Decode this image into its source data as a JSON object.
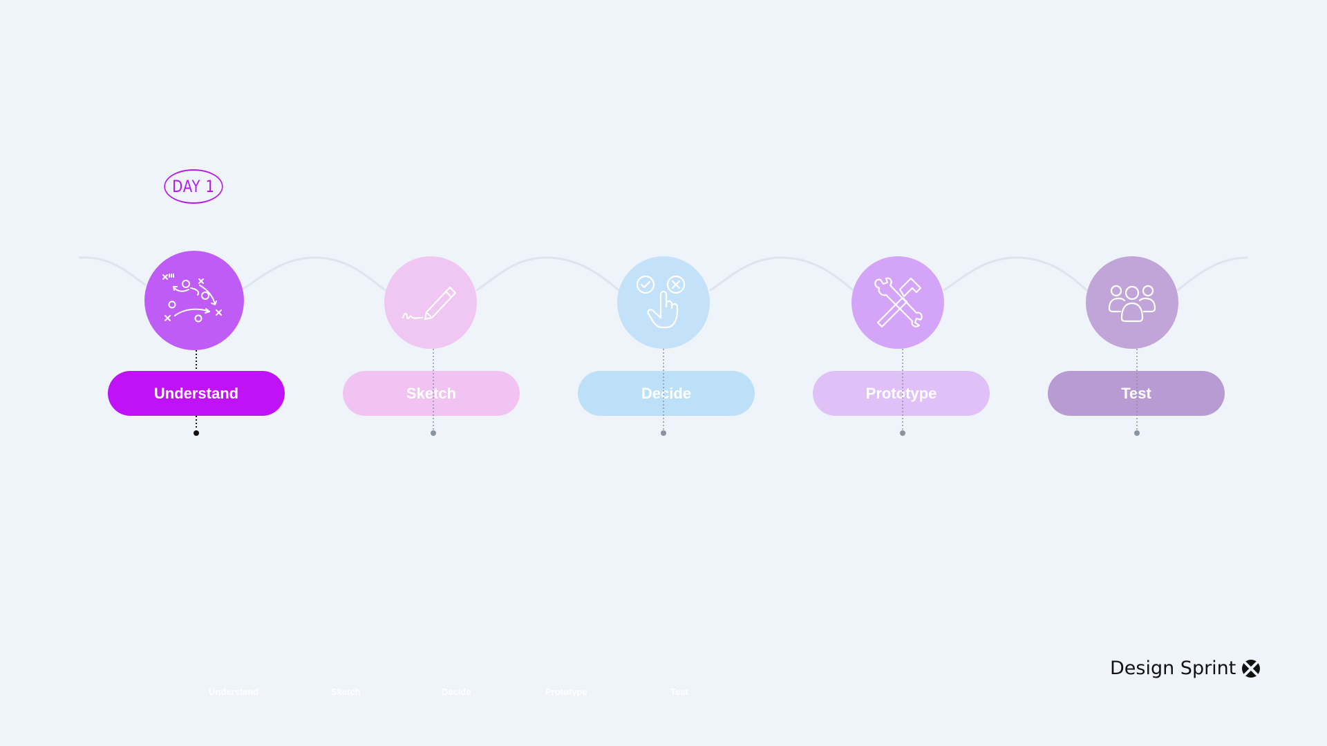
{
  "day_badge": "DAY 1",
  "steps": [
    {
      "label": "Understand",
      "icon": "strategy-play-icon",
      "circle_color": "#bf5cf6",
      "pill_color": "#c012f7",
      "active": true
    },
    {
      "label": "Sketch",
      "icon": "pencil-icon",
      "circle_color": "#f0c6f3",
      "pill_color": "#f1c3f3",
      "active": false
    },
    {
      "label": "Decide",
      "icon": "vote-hand-icon",
      "circle_color": "#c4e1fa",
      "pill_color": "#bde0f9",
      "active": false
    },
    {
      "label": "Prototype",
      "icon": "tools-icon",
      "circle_color": "#d3a4f7",
      "pill_color": "#dfc1f8",
      "active": false
    },
    {
      "label": "Test",
      "icon": "users-icon",
      "circle_color": "#c1a5d8",
      "pill_color": "#b89bd3",
      "active": false
    }
  ],
  "brand": {
    "name": "Design Sprint",
    "logo_icon": "x-circle-logo-icon"
  },
  "footer_nav": [
    "Understand",
    "Sketch",
    "Decide",
    "Prototype",
    "Test"
  ],
  "colors": {
    "background": "#eff4fb",
    "wave": "#dfe3ee",
    "accent": "#c012f7"
  }
}
